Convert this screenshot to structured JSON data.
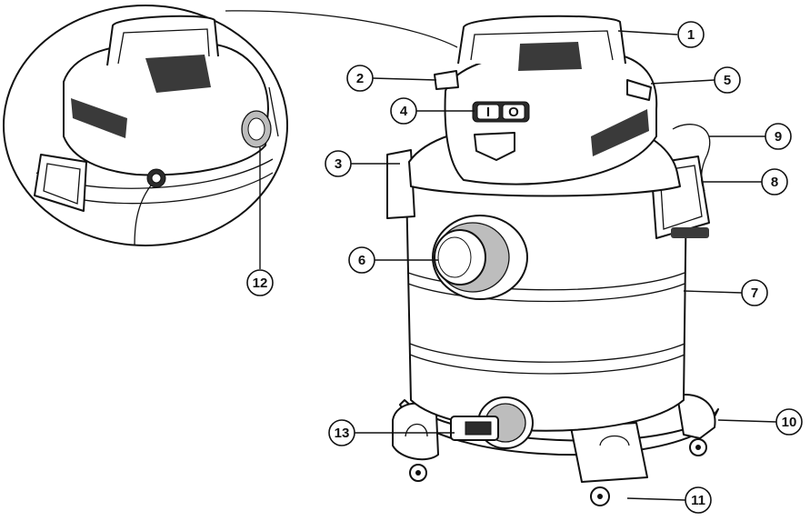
{
  "diagram": {
    "callouts": [
      {
        "id": "c1",
        "label": "1"
      },
      {
        "id": "c2",
        "label": "2"
      },
      {
        "id": "c3",
        "label": "3"
      },
      {
        "id": "c4",
        "label": "4"
      },
      {
        "id": "c5",
        "label": "5"
      },
      {
        "id": "c6",
        "label": "6"
      },
      {
        "id": "c7",
        "label": "7"
      },
      {
        "id": "c8",
        "label": "8"
      },
      {
        "id": "c9",
        "label": "9"
      },
      {
        "id": "c10",
        "label": "10"
      },
      {
        "id": "c11",
        "label": "11"
      },
      {
        "id": "c12",
        "label": "12"
      },
      {
        "id": "c13",
        "label": "13"
      }
    ],
    "switch_symbols": {
      "on": "I",
      "off": "O"
    }
  },
  "colors": {
    "ink": "#111111",
    "background": "#ffffff",
    "shade": "#bdbdbd",
    "grille": "#3a3a3a"
  }
}
